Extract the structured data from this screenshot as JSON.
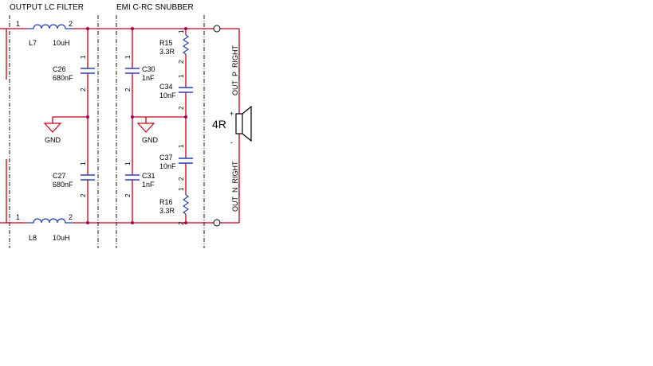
{
  "sections": {
    "output_filter": "OUTPUT LC FILTER",
    "snubber": "EMI C-RC SNUBBER"
  },
  "components": {
    "L7": {
      "ref": "L7",
      "value": "10uH"
    },
    "L8": {
      "ref": "L8",
      "value": "10uH"
    },
    "C26": {
      "ref": "C26",
      "value": "680nF"
    },
    "C27": {
      "ref": "C27",
      "value": "680nF"
    },
    "C30": {
      "ref": "C30",
      "value": "1nF"
    },
    "C31": {
      "ref": "C31",
      "value": "1nF"
    },
    "C34": {
      "ref": "C34",
      "value": "10nF"
    },
    "C37": {
      "ref": "C37",
      "value": "10nF"
    },
    "R15": {
      "ref": "R15",
      "value": "3.3R"
    },
    "R16": {
      "ref": "R16",
      "value": "3.3R"
    }
  },
  "ground": {
    "label": "GND"
  },
  "pins": {
    "one": "1",
    "two": "2"
  },
  "speaker": {
    "impedance": "4R",
    "plus": "+",
    "minus": "-"
  },
  "nets": {
    "out_p": "OUT_P_RIGHT",
    "out_n": "OUT_N_RIGHT"
  },
  "colors": {
    "wire": "#c0001a",
    "component": "#2a3fb0",
    "junction": "#a0005a"
  }
}
